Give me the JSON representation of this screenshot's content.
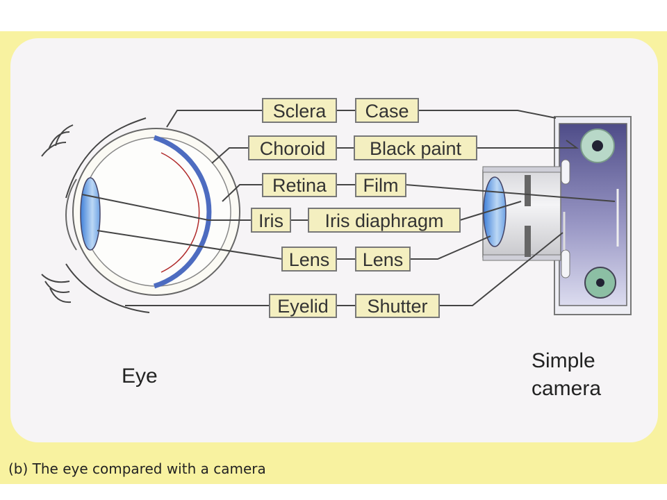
{
  "labels": {
    "eye": [
      "Sclera",
      "Choroid",
      "Retina",
      "Iris",
      "Lens",
      "Eyelid"
    ],
    "camera": [
      "Case",
      "Black paint",
      "Film",
      "Iris diaphragm",
      "Lens",
      "Shutter"
    ]
  },
  "eye_title": "Eye",
  "camera_title": [
    "Simple",
    "camera"
  ],
  "caption": "(b) The eye compared with a camera",
  "colors": {
    "background": "#f8f2a0",
    "panel": "#f6f4f6",
    "label_fill": "#f4efc0",
    "camera_body": "#5a5890",
    "lens": "#7fb0e8"
  }
}
